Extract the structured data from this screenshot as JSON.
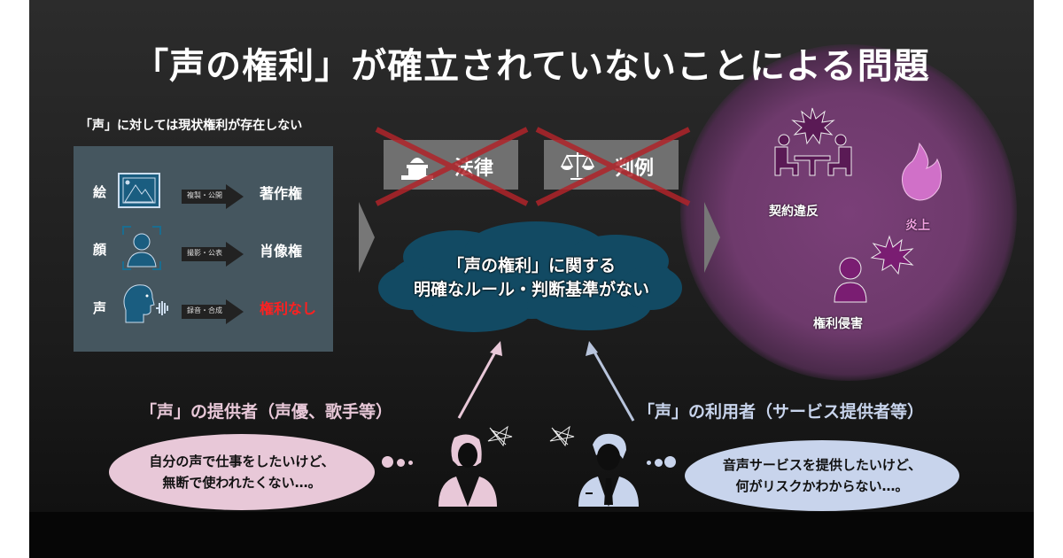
{
  "title": "「声の権利」が確立されていないことによる問題",
  "left_panel": {
    "subtitle": "「声」に対しては現状権利が存在しない",
    "rows": [
      {
        "label": "絵",
        "icon": "picture-icon",
        "action": "複製・公開",
        "result": "著作権"
      },
      {
        "label": "顔",
        "icon": "face-icon",
        "action": "撮影・公表",
        "result": "肖像権"
      },
      {
        "label": "声",
        "icon": "voice-icon",
        "action": "録音・合成",
        "result": "権利なし"
      }
    ]
  },
  "missing": [
    {
      "label": "法律",
      "icon": "capitol-icon"
    },
    {
      "label": "判例",
      "icon": "scales-icon"
    }
  ],
  "cloud": {
    "line1": "「声の権利」に関する",
    "line2": "明確なルール・判断基準がない"
  },
  "problems": {
    "contract": "契約違反",
    "flame": "炎上",
    "infringement": "権利侵害"
  },
  "provider": {
    "heading": "「声」の提供者（声優、歌手等）",
    "line1": "自分の声で仕事をしたいけど、",
    "line2": "無断で使われたくない…。"
  },
  "user": {
    "heading": "「声」の利用者（サービス提供者等）",
    "line1": "音声サービスを提供したいけど、",
    "line2": "何がリスクかわからない…。"
  },
  "colors": {
    "no_rights": "#ff2020",
    "panel": "#45565f",
    "cloud": "#124a63",
    "provider": "#e8c8d8",
    "user": "#c8d4ec",
    "purple": "#6e3a6c"
  }
}
